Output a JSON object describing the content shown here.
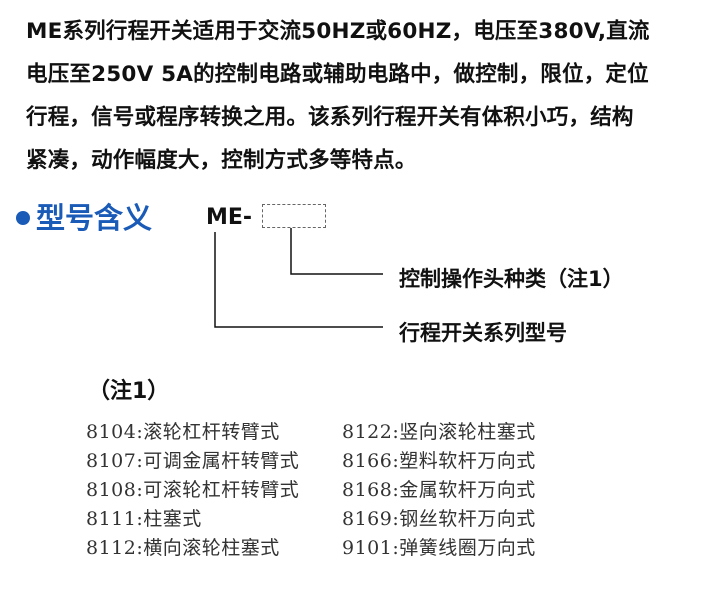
{
  "intro": {
    "lines": [
      "ME系列行程开关适用于交流50HZ或60HZ，电压至380V,直流",
      "电压至250V 5A的控制电路或辅助电路中，做控制，限位，定位",
      "行程，信号或程序转换之用。该系列行程开关有体积小巧，结构",
      "紧凑，动作幅度大，控制方式多等特点。"
    ]
  },
  "model_meaning": {
    "title": "型号含义",
    "prefix": "ME-",
    "label_head_type": "控制操作头种类（注1）",
    "label_series": "行程开关系列型号"
  },
  "note": {
    "title": "（注1）",
    "rows": [
      [
        "8104:滚轮杠杆转臂式",
        "8122:竖向滚轮柱塞式"
      ],
      [
        "8107:可调金属杆转臂式",
        "8166:塑料软杆万向式"
      ],
      [
        "8108:可滚轮杠杆转臂式",
        "8168:金属软杆万向式"
      ],
      [
        "8111:柱塞式",
        "8169:钢丝软杆万向式"
      ],
      [
        "8112:横向滚轮柱塞式",
        "9101:弹簧线圈万向式"
      ]
    ]
  },
  "colors": {
    "accent": "#1a5bb8",
    "text": "#111111",
    "table_text": "#333333"
  },
  "icons": {
    "bullet": "bullet-dot-icon"
  }
}
